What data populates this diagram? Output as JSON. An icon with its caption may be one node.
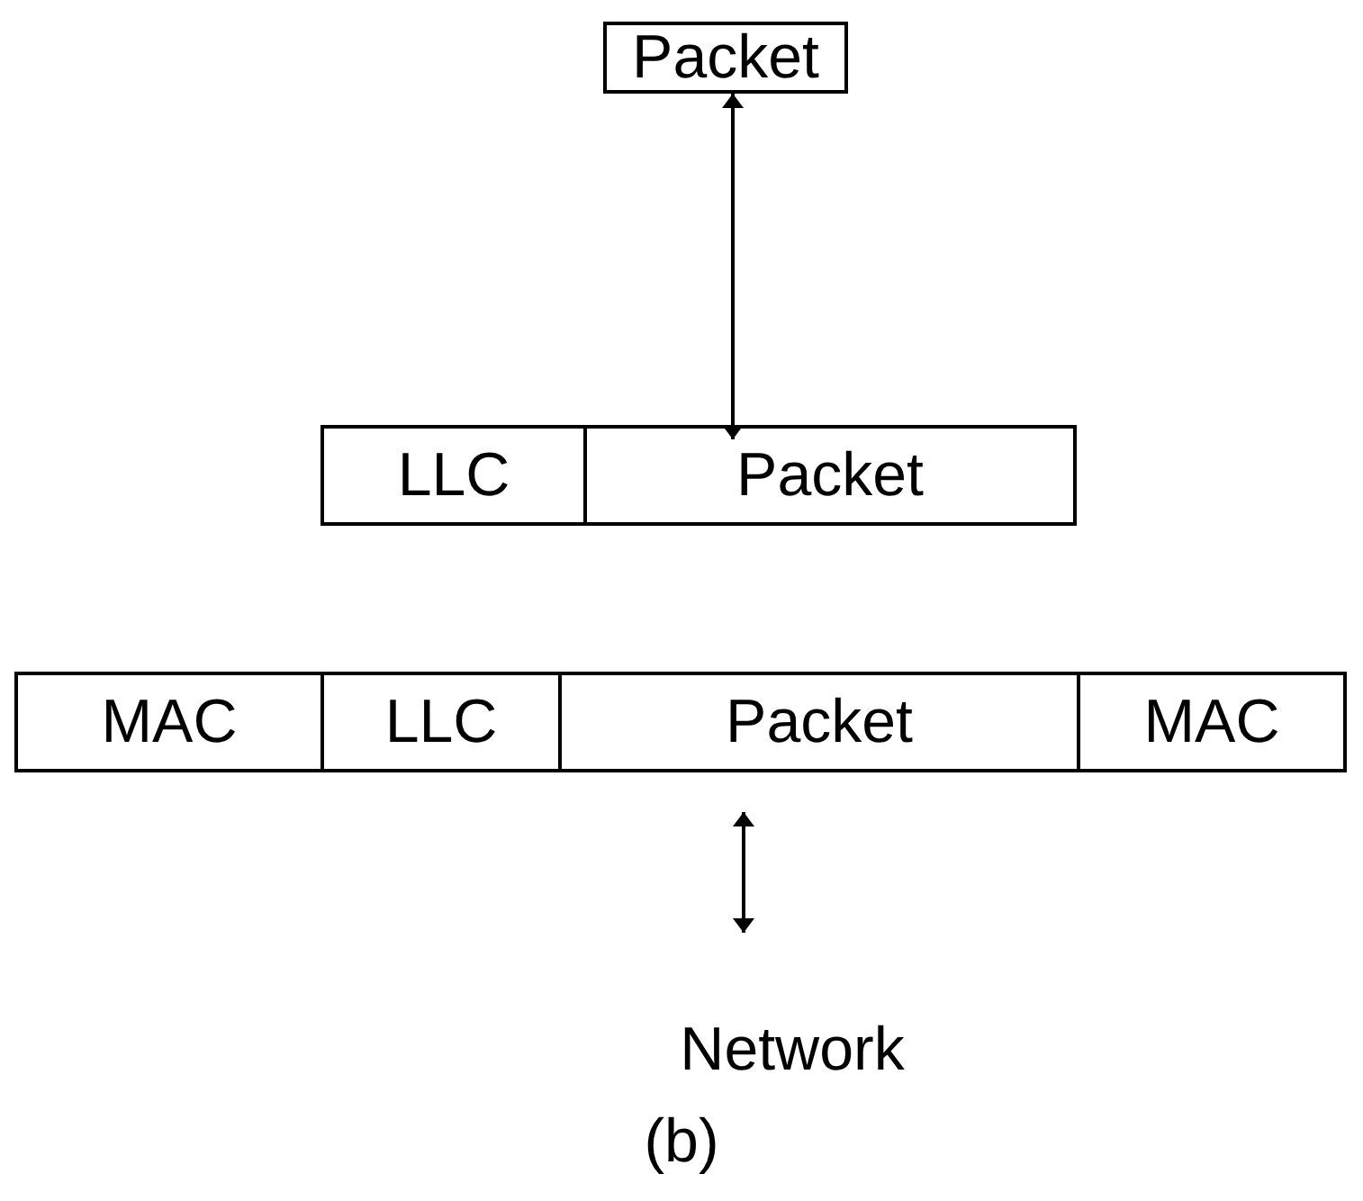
{
  "diagram": {
    "caption": "(b)",
    "nodes": [
      {
        "text": [
          "Packet"
        ]
      },
      {
        "text": [
          "LLC"
        ]
      },
      {
        "text": [
          "Packet"
        ]
      },
      {
        "text": [
          "MAC"
        ]
      },
      {
        "text": [
          "LLC"
        ]
      },
      {
        "text": [
          "Packet"
        ]
      },
      {
        "text": [
          "MAC"
        ]
      },
      {
        "text": [
          "Network"
        ]
      }
    ],
    "edges": [
      {
        "from": 0,
        "to": 2,
        "arrow": "both"
      },
      {
        "from": 5,
        "to": 7,
        "arrow": "both"
      }
    ]
  }
}
